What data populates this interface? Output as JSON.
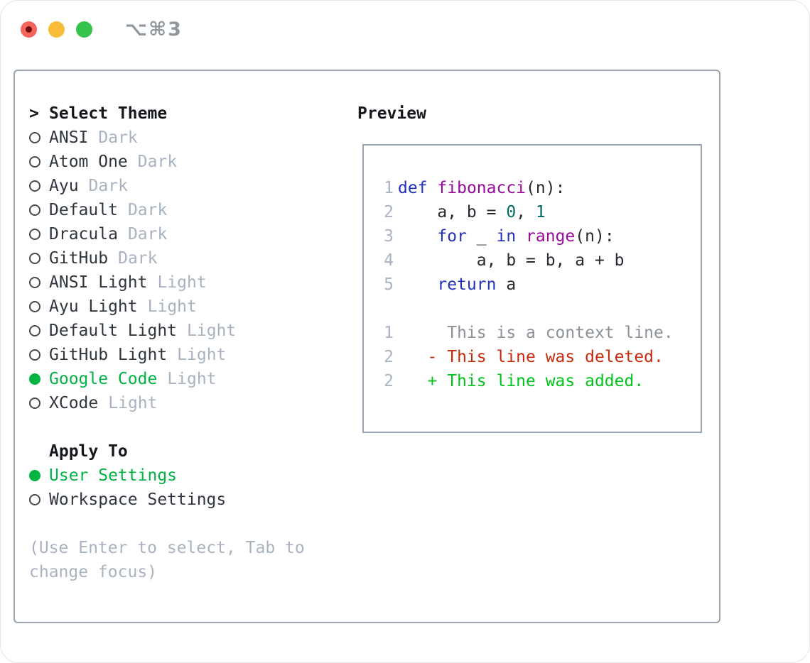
{
  "window": {
    "title": "⌥⌘3"
  },
  "traffic_lights": [
    {
      "name": "close",
      "color": "#f4645c",
      "dot": true
    },
    {
      "name": "minimize",
      "color": "#f8bc38",
      "dot": false
    },
    {
      "name": "zoom",
      "color": "#35c24d",
      "dot": false
    }
  ],
  "theme_selector": {
    "prompt": ">",
    "title": "Select Theme",
    "items": [
      {
        "name": "ANSI",
        "variant": "Dark",
        "selected": false
      },
      {
        "name": "Atom One",
        "variant": "Dark",
        "selected": false
      },
      {
        "name": "Ayu",
        "variant": "Dark",
        "selected": false
      },
      {
        "name": "Default",
        "variant": "Dark",
        "selected": false
      },
      {
        "name": "Dracula",
        "variant": "Dark",
        "selected": false
      },
      {
        "name": "GitHub",
        "variant": "Dark",
        "selected": false
      },
      {
        "name": "ANSI Light",
        "variant": "Light",
        "selected": false
      },
      {
        "name": "Ayu Light",
        "variant": "Light",
        "selected": false
      },
      {
        "name": "Default Light",
        "variant": "Light",
        "selected": false
      },
      {
        "name": "GitHub Light",
        "variant": "Light",
        "selected": false
      },
      {
        "name": "Google Code",
        "variant": "Light",
        "selected": true
      },
      {
        "name": "XCode",
        "variant": "Light",
        "selected": false
      }
    ]
  },
  "apply_to": {
    "title": "Apply To",
    "options": [
      {
        "label": "User Settings",
        "selected": true
      },
      {
        "label": "Workspace Settings",
        "selected": false
      }
    ]
  },
  "help_text": "(Use Enter to select, Tab to change focus)",
  "preview": {
    "title": "Preview",
    "code_lines": [
      {
        "num": "1",
        "tokens": [
          {
            "text": "def",
            "type": "kw"
          },
          {
            "text": " ",
            "type": "pl"
          },
          {
            "text": "fibonacci",
            "type": "fn"
          },
          {
            "text": "(n):",
            "type": "pl"
          }
        ]
      },
      {
        "num": "2",
        "tokens": [
          {
            "text": "    a, b = ",
            "type": "pl"
          },
          {
            "text": "0",
            "type": "num"
          },
          {
            "text": ", ",
            "type": "pl"
          },
          {
            "text": "1",
            "type": "num"
          }
        ]
      },
      {
        "num": "3",
        "tokens": [
          {
            "text": "    ",
            "type": "pl"
          },
          {
            "text": "for",
            "type": "kw"
          },
          {
            "text": " _ ",
            "type": "pl"
          },
          {
            "text": "in",
            "type": "kw"
          },
          {
            "text": " ",
            "type": "pl"
          },
          {
            "text": "range",
            "type": "fn"
          },
          {
            "text": "(n):",
            "type": "pl"
          }
        ]
      },
      {
        "num": "4",
        "tokens": [
          {
            "text": "        a, b = b, a + b",
            "type": "pl"
          }
        ]
      },
      {
        "num": "5",
        "tokens": [
          {
            "text": "    ",
            "type": "pl"
          },
          {
            "text": "return",
            "type": "kw"
          },
          {
            "text": " a",
            "type": "pl"
          }
        ]
      }
    ],
    "diff_lines": [
      {
        "num": "1",
        "text": "     This is a context line.",
        "type": "context"
      },
      {
        "num": "2",
        "text": "   - This line was deleted.",
        "type": "deleted"
      },
      {
        "num": "2",
        "text": "   + This line was added.",
        "type": "added"
      }
    ]
  },
  "colors": {
    "selection_green": "#00b342",
    "added_green": "#00c41c",
    "deleted_red": "#c52a0c",
    "keyword_blue": "#2230bd",
    "function_purple": "#97099a",
    "number_teal": "#006b66",
    "context_gray": "#8b9197",
    "muted_gray": "#a9b3c0",
    "border_gray": "#9aa4af"
  }
}
